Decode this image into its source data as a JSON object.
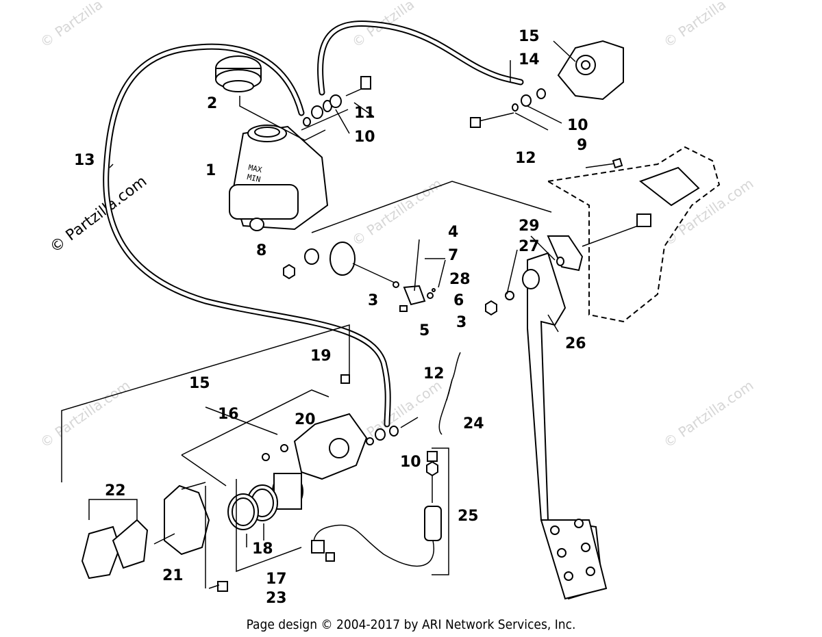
{
  "footer": "Page design © 2004-2017 by ARI Network Services, Inc.",
  "watermark_main": "© Partzilla.com",
  "watermarks": [
    "© Partzilla",
    "© Partzilla",
    "© Partzilla",
    "© Partzilla.com",
    "© Partzilla.com",
    "© Partzilla.com",
    "© Partzilla.com",
    "© Partzilla.com",
    "© Partzilla.com",
    "© Partzilla.com"
  ],
  "reservoir_marks": {
    "max": "MAX",
    "min": "MIN"
  },
  "labels": [
    "1",
    "2",
    "3",
    "3",
    "4",
    "5",
    "6",
    "7",
    "8",
    "9",
    "10",
    "10",
    "10",
    "11",
    "12",
    "12",
    "13",
    "14",
    "15",
    "15",
    "16",
    "17",
    "18",
    "19",
    "20",
    "21",
    "22",
    "23",
    "24",
    "25",
    "26",
    "27",
    "28",
    "29"
  ]
}
